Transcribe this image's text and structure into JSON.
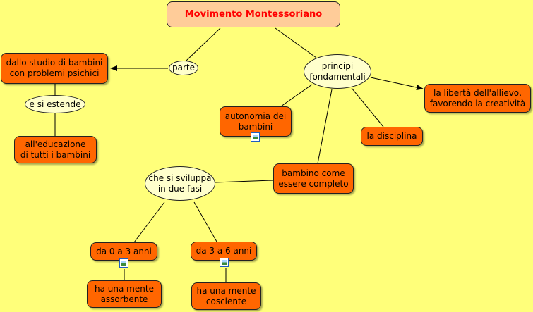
{
  "title": "Movimento Montessoriano",
  "colors": {
    "background": "#ffff7a",
    "concept": "#ff6600",
    "linking": "#ffffcc",
    "title_fill": "#ffcc99",
    "title_text": "#ff0000"
  },
  "nodes": {
    "parte": "parte",
    "principi": "principi\nfondamentali",
    "dallo_studio": "dallo studio di bambini\ncon problemi psichici",
    "si_estende": "e si estende",
    "educazione": "all'educazione\ndi tutti i bambini",
    "autonomia": "autonomia dei\nbambini",
    "disciplina": "la disciplina",
    "liberta": "la libertà dell'allievo,\nfavorendo la creatività",
    "bambino": "bambino come\nessere completo",
    "si_sviluppa": "che si sviluppa\nin due fasi",
    "da0a3": "da 0 a 3 anni",
    "da3a6": "da 3 a 6 anni",
    "assorbente": "ha una mente\nassorbente",
    "cosciente": "ha una mente\ncosciente"
  }
}
